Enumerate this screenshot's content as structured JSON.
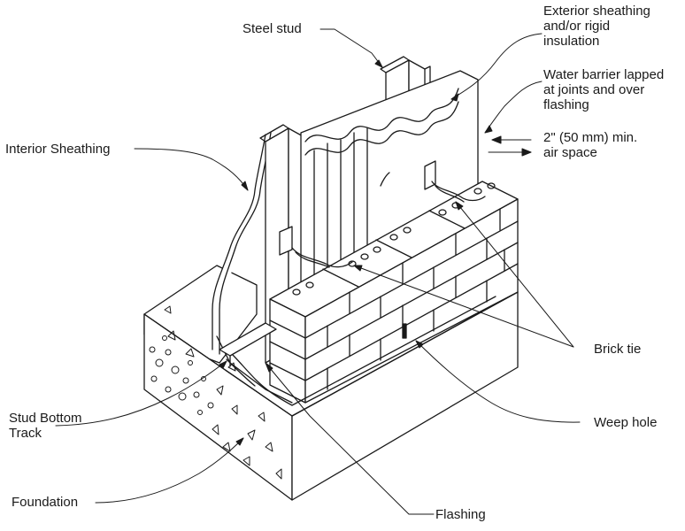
{
  "labels": {
    "steel_stud": "Steel stud",
    "exterior_sheathing": [
      "Exterior sheathing",
      "and/or rigid",
      "insulation"
    ],
    "water_barrier": [
      "Water barrier lapped",
      "at joints and over",
      "flashing"
    ],
    "air_space": [
      "2\" (50 mm) min.",
      "air space"
    ],
    "interior_sheathing": "Interior Sheathing",
    "brick_tie": "Brick tie",
    "weep_hole": "Weep hole",
    "stud_bottom_track": [
      "Stud Bottom",
      "Track"
    ],
    "foundation": "Foundation",
    "flashing": "Flashing"
  },
  "colors": {
    "line": "#1a1a1a",
    "background": "#ffffff"
  }
}
